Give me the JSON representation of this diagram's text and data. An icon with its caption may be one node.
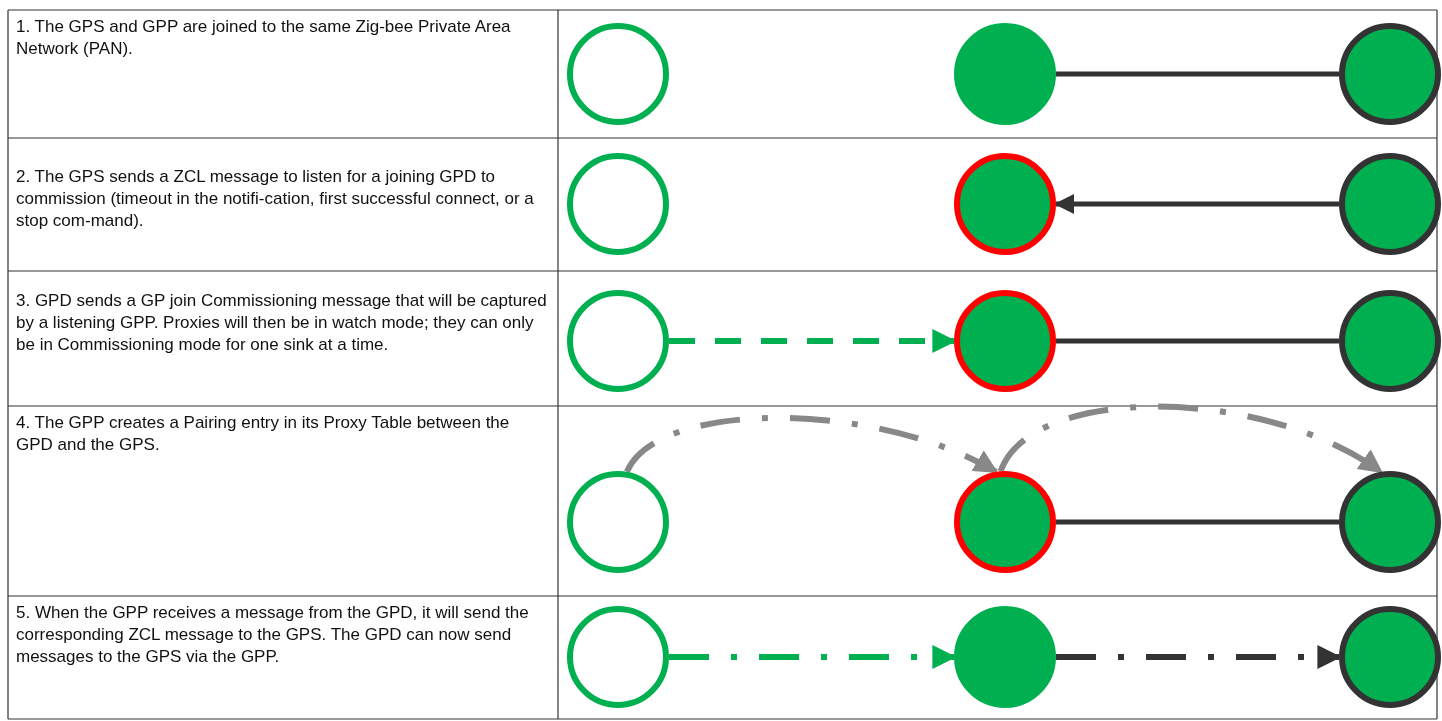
{
  "diagram": {
    "nodes": [
      {
        "text": [],
        "shape": "circle"
      },
      {
        "text": [],
        "shape": "circle"
      },
      {
        "text": [],
        "shape": "circle"
      },
      {
        "text": [],
        "shape": "circle"
      },
      {
        "text": [],
        "shape": "circle"
      },
      {
        "text": [],
        "shape": "circle"
      },
      {
        "text": [],
        "shape": "circle"
      },
      {
        "text": [],
        "shape": "circle"
      },
      {
        "text": [],
        "shape": "circle"
      },
      {
        "text": [],
        "shape": "circle"
      },
      {
        "text": [],
        "shape": "circle"
      },
      {
        "text": [],
        "shape": "circle"
      },
      {
        "text": [],
        "shape": "circle"
      },
      {
        "text": [],
        "shape": "circle"
      },
      {
        "text": [],
        "shape": "circle"
      }
    ],
    "edges": [
      {
        "from": 1,
        "to": 2,
        "arrow": "none"
      },
      {
        "from": 5,
        "to": 4,
        "arrow": "to"
      },
      {
        "from": 6,
        "to": 7,
        "arrow": "to",
        "style": "dashed",
        "color": "#00b050"
      },
      {
        "from": 7,
        "to": 8,
        "arrow": "none"
      },
      {
        "from": 9,
        "to": 10,
        "arrow": "to",
        "style": "dashed",
        "color": "#888888"
      },
      {
        "from": 10,
        "to": 11,
        "arrow": "to",
        "style": "dashed",
        "color": "#888888"
      },
      {
        "from": 10,
        "to": 11,
        "arrow": "none"
      },
      {
        "from": 12,
        "to": 13,
        "arrow": "to",
        "style": "dashed",
        "color": "#00b050"
      },
      {
        "from": 13,
        "to": 14,
        "arrow": "to",
        "style": "dashed"
      }
    ],
    "labels": [
      "1. The GPS and GPP are joined to the same Zig-bee Private Area Network (PAN).",
      "2. The GPS sends a ZCL message to listen for a joining GPD to commission (timeout in the notifi-cation, first successful connect, or a stop com-mand).",
      "3. GPD sends a GP join Commissioning message that will be captured by a listening GPP. Proxies will then be in watch mode; they can only be in Commissioning mode for one sink at a time.",
      "4. The GPP creates a Pairing entry in its Proxy Table between the GPD and the GPS.",
      "5. When the GPP receives a message from the GPD, it will send the corresponding ZCL message to the GPS. The GPD can now send messages to the GPS via the GPP."
    ]
  }
}
